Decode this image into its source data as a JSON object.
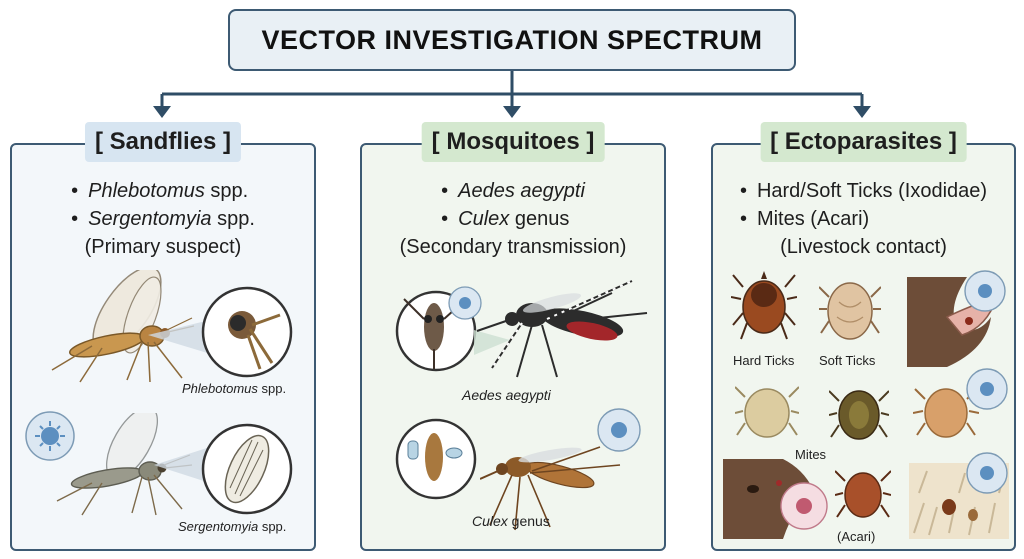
{
  "title": "VECTOR INVESTIGATION SPECTRUM",
  "panels": [
    {
      "heading": "[ Sandflies ]",
      "items": [
        {
          "italic": "Phlebotomus",
          "rest": " spp."
        },
        {
          "italic": "Sergentomyia",
          "rest": " spp."
        }
      ],
      "note": "(Primary suspect)",
      "captions": [
        {
          "italic": "Phlebotomus",
          "rest": " spp."
        },
        {
          "italic": "Sergentomyia",
          "rest": " spp."
        }
      ]
    },
    {
      "heading": "[ Mosquitoes ]",
      "items": [
        {
          "italic": "Aedes aegypti",
          "rest": ""
        },
        {
          "italic": "Culex",
          "rest": " genus"
        }
      ],
      "note": "(Secondary transmission)",
      "captions": [
        {
          "italic": "Aedes aegypti",
          "rest": ""
        },
        {
          "italic": "Culex",
          "rest": " genus"
        }
      ]
    },
    {
      "heading": "[ Ectoparasites ]",
      "items": [
        {
          "italic": "",
          "rest": "Hard/Soft Ticks (Ixodidae)"
        },
        {
          "italic": "",
          "rest": "Mites (Acari)"
        }
      ],
      "note": "(Livestock contact)",
      "captions": {
        "hard_ticks": "Hard Ticks",
        "soft_ticks": "Soft Ticks",
        "mites": "Mites",
        "acari": "(Acari)"
      }
    }
  ],
  "colors": {
    "border": "#3d5a73",
    "sandfly_header": "#d7e5f1",
    "green_header": "#d4e8cf"
  }
}
